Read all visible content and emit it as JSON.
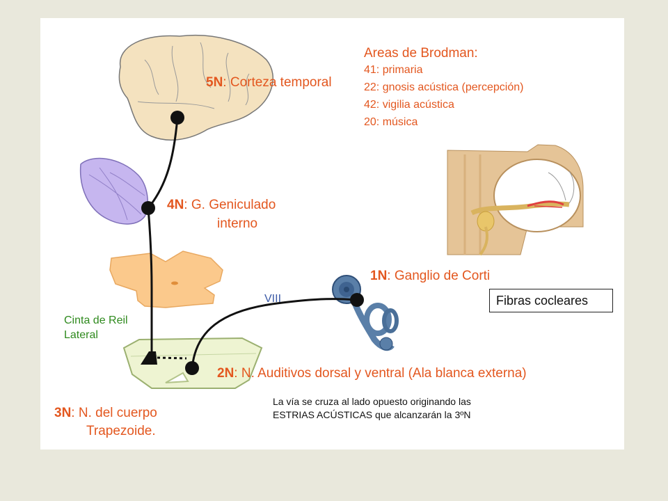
{
  "colors": {
    "background": "#e9e8dc",
    "slide": "#ffffff",
    "label_orange": "#e3571f",
    "pathway_line": "#111111",
    "brain": "#f4e2bf",
    "thalamus_purple": "#c6b6ef",
    "midbrain_orange": "#fbc98c",
    "medulla_green": "#eef4d2",
    "cochlea_blue": "#5a7fa8"
  },
  "icons": [
    "brain-illustration",
    "medial-geniculate-illustration",
    "midbrain-section-illustration",
    "brainstem-section-illustration",
    "cochlea-illustration",
    "inner-ear-cross-section-illustration"
  ],
  "labels": {
    "n5": {
      "code": "5N",
      "text": ": Corteza temporal"
    },
    "brodman": {
      "title": "Areas de Brodman:",
      "items": [
        "41: primaria",
        "22: gnosis acústica (percepción)",
        "42: vigilia acústica",
        "20: música"
      ]
    },
    "n4": {
      "code": "4N",
      "text": ": G. Geniculado",
      "text2": "interno"
    },
    "n1": {
      "code": "1N",
      "text": ": Ganglio de Corti"
    },
    "viii": "VIII",
    "fibras": "Fibras cocleares",
    "cinta": {
      "line1": "Cinta de Reil",
      "line2": "Lateral"
    },
    "n2": {
      "code": "2N",
      "text": ": N. Auditivos dorsal y ventral (Ala blanca externa)"
    },
    "n3": {
      "code": "3N",
      "text": ": N. del cuerpo",
      "text2": "Trapezoide."
    },
    "note": {
      "line1": "La vía se cruza al lado opuesto originando las",
      "line2": "ESTRIAS ACÚSTICAS que alcanzarán la 3ºN"
    }
  }
}
